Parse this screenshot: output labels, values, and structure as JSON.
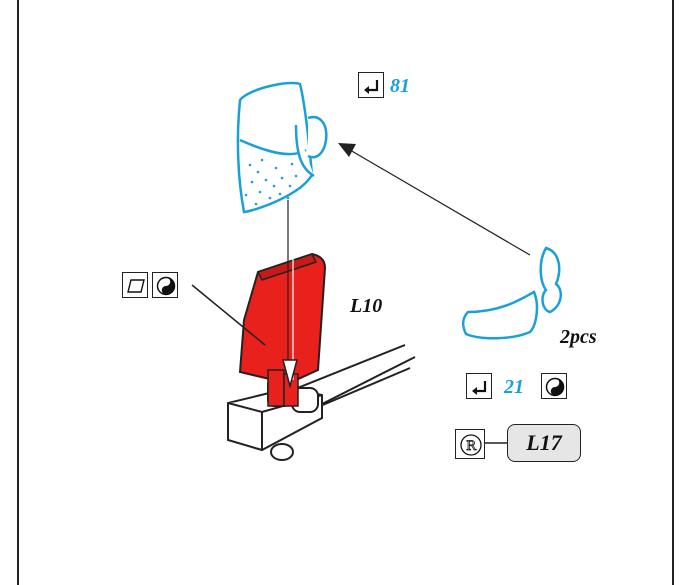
{
  "labels": {
    "step_top": "81",
    "part_top_right": "L10",
    "count": "2pcs",
    "step_mid": "21",
    "part_bottom": "L17"
  },
  "colors": {
    "part_blue": "#1aa0d8",
    "part_red": "#e8211d",
    "outline": "#222222"
  },
  "icons": {
    "fold_icon": "return-arrow-icon",
    "sand_icon": "parallelogram-sand-icon",
    "paint_icon": "yin-yang-icon",
    "registered_icon": "registered-r-icon"
  }
}
